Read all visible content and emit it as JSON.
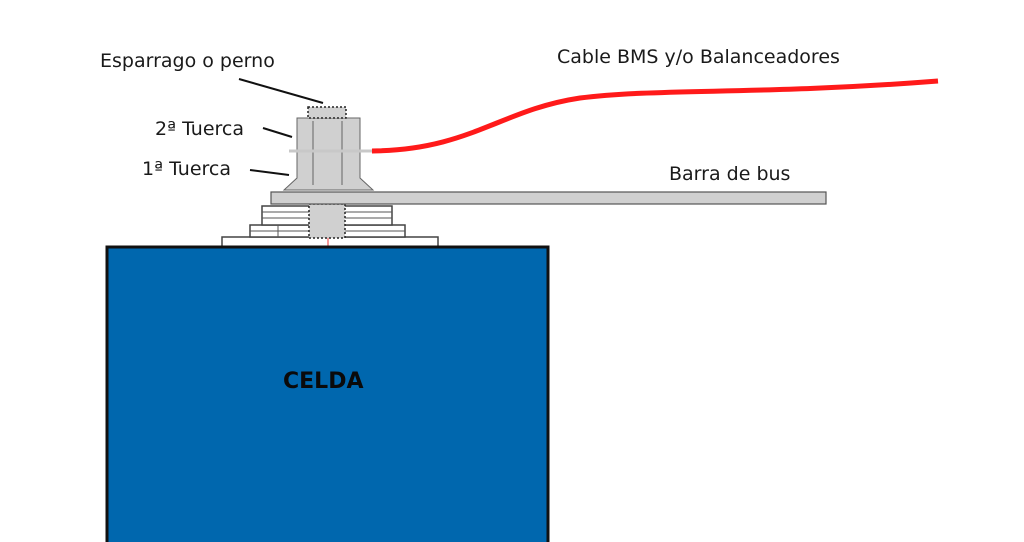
{
  "labels": {
    "stud": "Esparrago o perno",
    "second_nut": "2ª Tuerca",
    "first_nut": "1ª Tuerca",
    "cable": "Cable BMS y/o Balanceadores",
    "busbar": "Barra de bus",
    "cell": "CELDA"
  },
  "colors": {
    "cell_fill": "#0067ae",
    "cable": "#ff1a1a",
    "metal": "#d0d0d0",
    "outline": "#333333"
  }
}
